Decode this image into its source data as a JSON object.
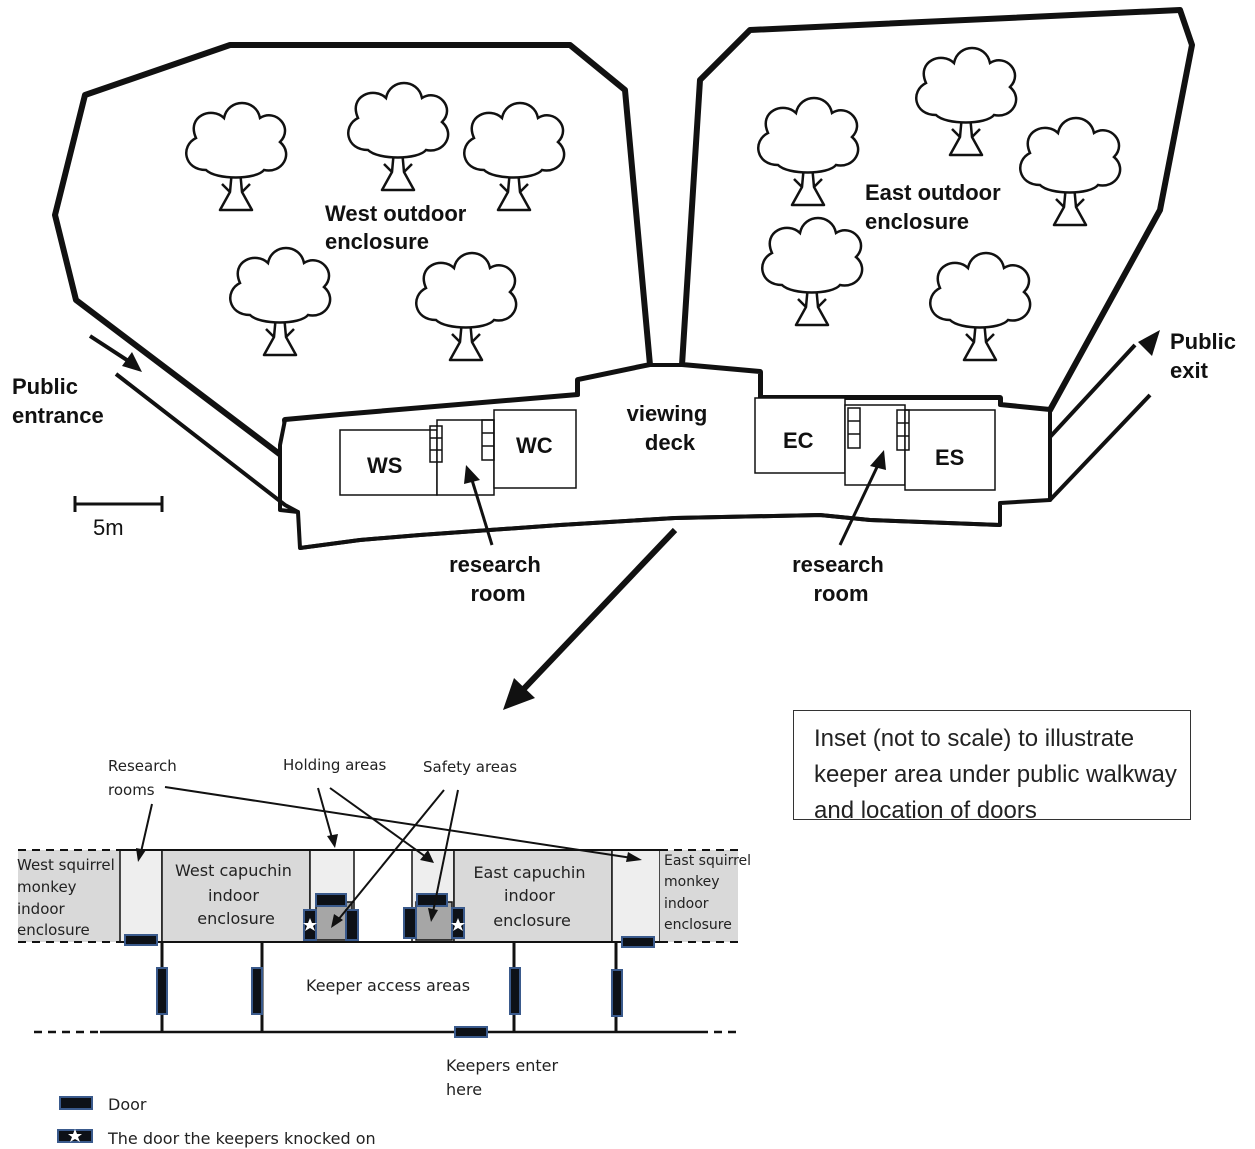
{
  "labels": {
    "west_outdoor": [
      "West outdoor",
      "enclosure"
    ],
    "east_outdoor": [
      "East outdoor",
      "enclosure"
    ],
    "public_entrance": [
      "Public",
      "entrance"
    ],
    "public_exit": [
      "Public",
      "exit"
    ],
    "viewing_deck": [
      "viewing",
      "deck"
    ],
    "ws": "WS",
    "wc": "WC",
    "ec": "EC",
    "es": "ES",
    "research_room_left": [
      "research",
      "room"
    ],
    "research_room_right": [
      "research",
      "room"
    ],
    "scale": "5m"
  },
  "inset_note": "Inset (not to scale) to illustrate keeper area under public walkway and location of doors",
  "inset": {
    "research_rooms": [
      "Research",
      "rooms"
    ],
    "holding_areas": "Holding areas",
    "safety_areas": "Safety areas",
    "west_squirrel": [
      "West squirrel",
      "monkey",
      "indoor",
      "enclosure"
    ],
    "west_capuchin": [
      "West capuchin",
      "indoor",
      "enclosure"
    ],
    "east_capuchin": [
      "East capuchin",
      "indoor",
      "enclosure"
    ],
    "east_squirrel": [
      "East squirrel",
      "monkey",
      "indoor",
      "enclosure"
    ],
    "keeper_access": "Keeper access areas",
    "keepers_enter": [
      "Keepers enter",
      "here"
    ]
  },
  "legend": {
    "door": "Door",
    "knocked_door": "The door the keepers knocked on"
  },
  "colors": {
    "enclosure_fill": "#d9d9d9",
    "room_fill": "#eeeeee",
    "holding_fill": "#a6a6a6",
    "door_fill": "#0d1117",
    "door_stroke": "#3a5a8c"
  }
}
